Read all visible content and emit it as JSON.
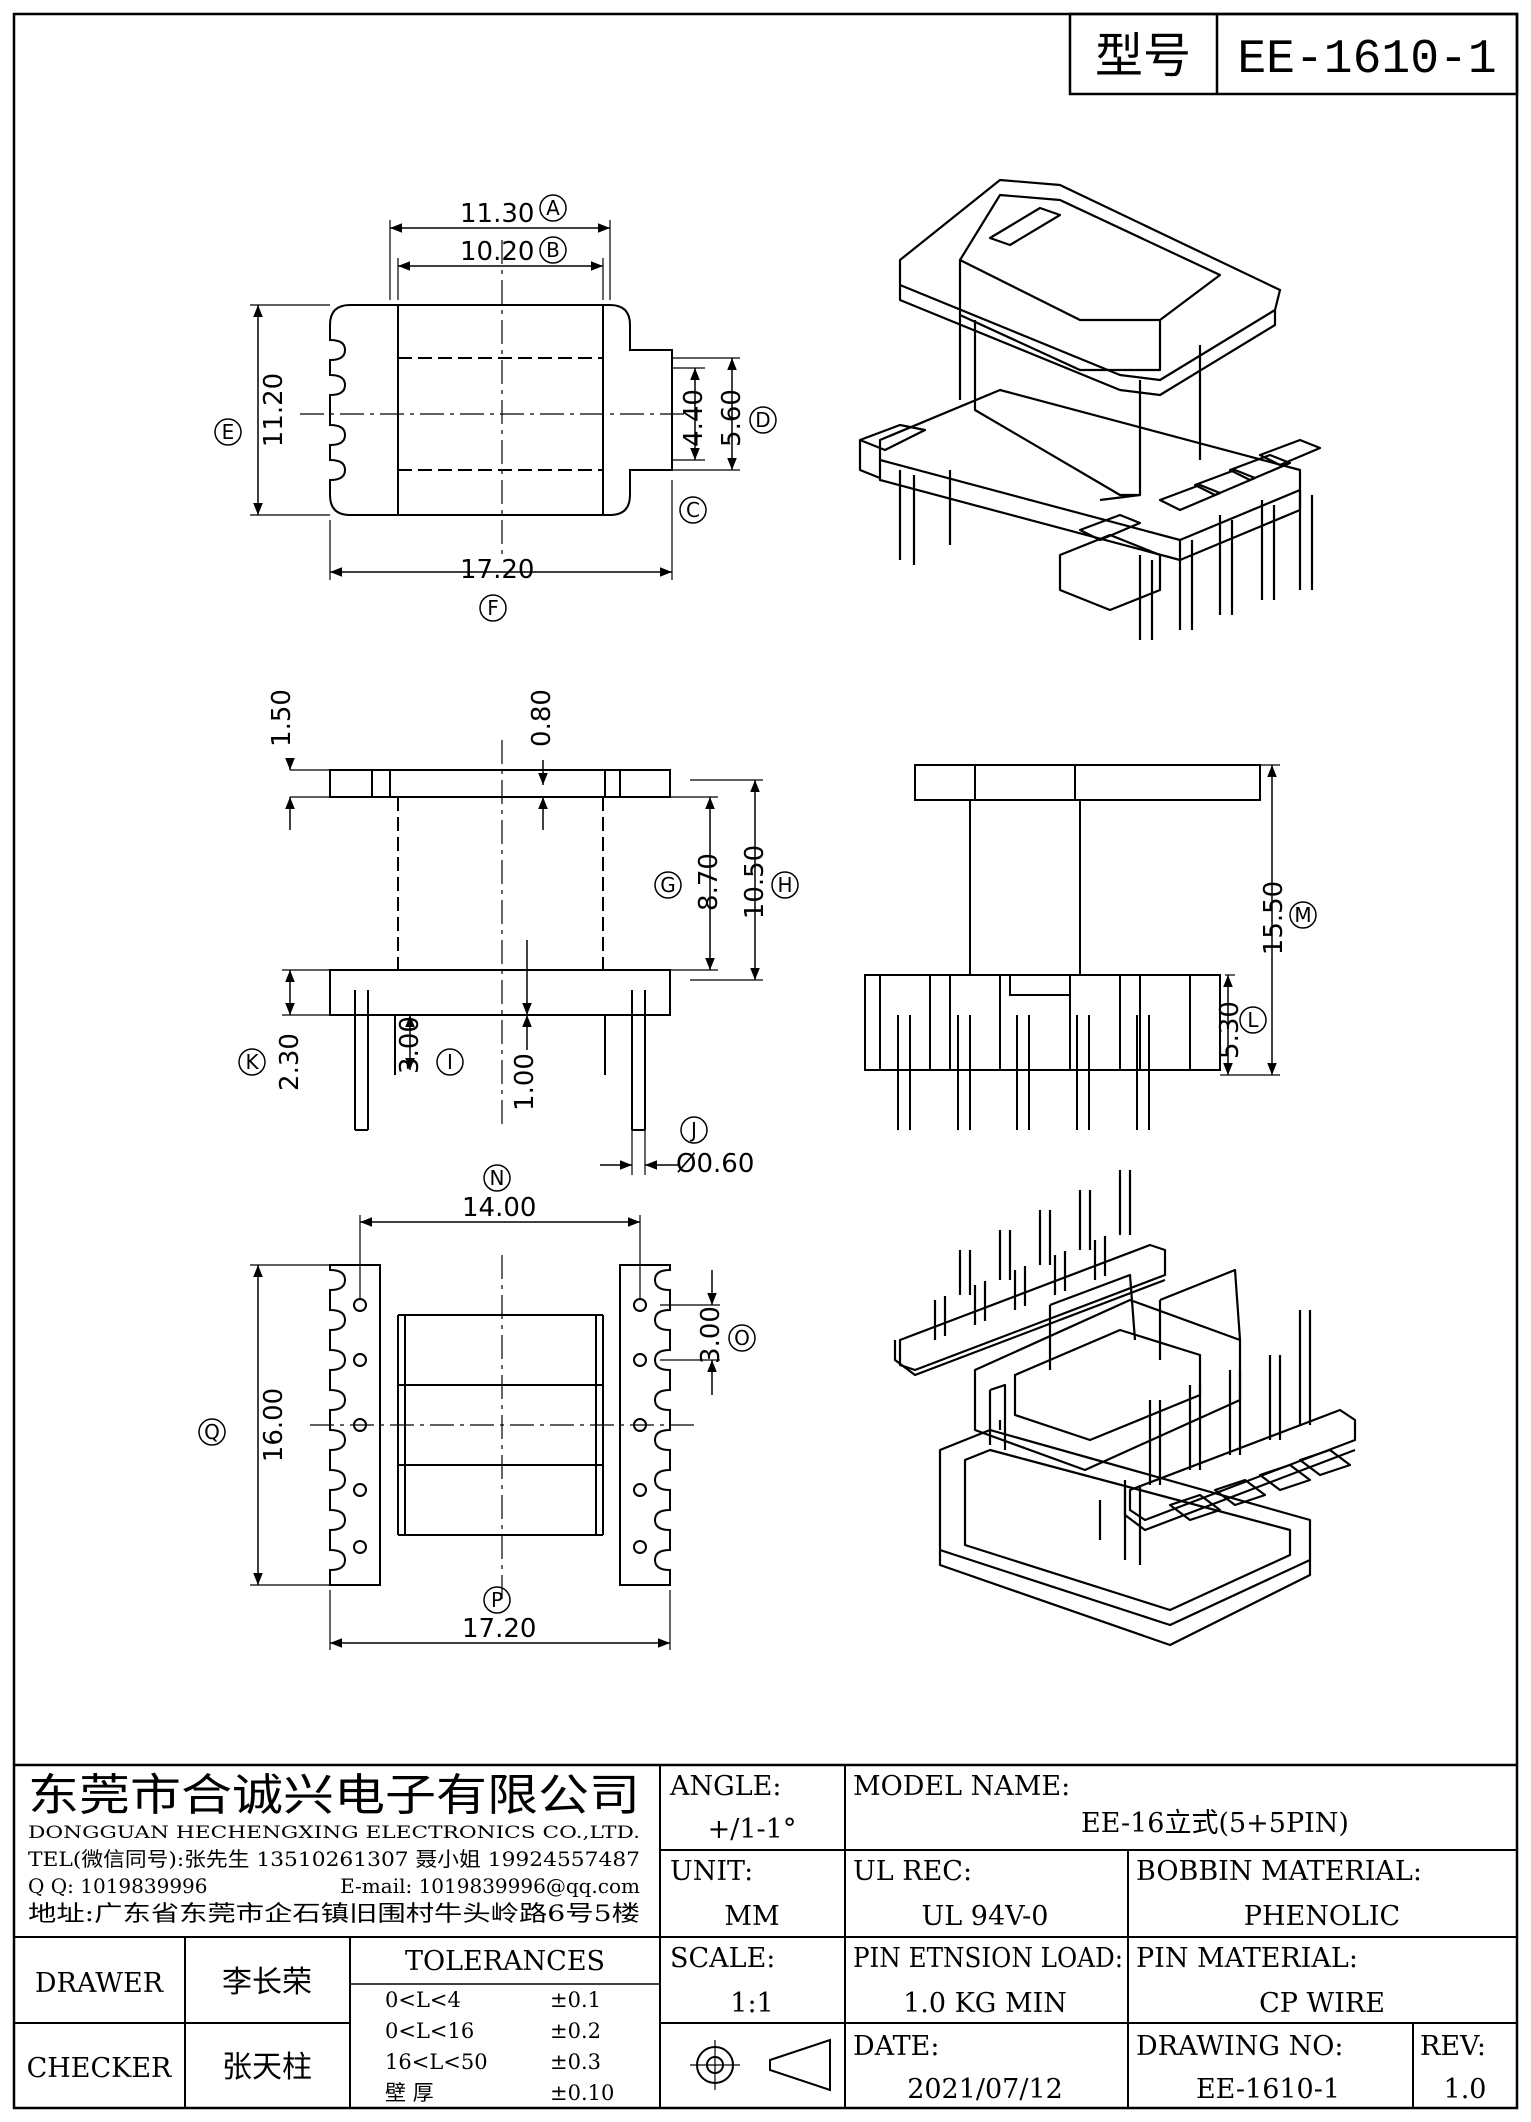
{
  "title_box": {
    "label": "型号",
    "model": "EE-1610-1"
  },
  "top_view": {
    "dims": {
      "A": "11.30",
      "B": "10.20",
      "D": "5.60",
      "C_inner": "4.40",
      "E": "11.20",
      "F": "17.20"
    },
    "labels": {
      "A": "A",
      "B": "B",
      "C": "C",
      "D": "D",
      "E": "E",
      "F": "F"
    }
  },
  "side_view": {
    "dims": {
      "top_flange": "1.50",
      "slot": "0.80",
      "G": "8.70",
      "H": "10.50",
      "K": "2.30",
      "I": "3.00",
      "center": "1.00",
      "J": "Ø0.60"
    },
    "labels": {
      "G": "G",
      "H": "H",
      "K": "K",
      "I": "I",
      "J": "J"
    }
  },
  "front_view": {
    "dims": {
      "M": "15.50",
      "L": "5.30"
    },
    "labels": {
      "M": "M",
      "L": "L"
    }
  },
  "bottom_view": {
    "dims": {
      "N": "14.00",
      "O": "3.00",
      "Q": "16.00",
      "P": "17.20"
    },
    "labels": {
      "N": "N",
      "O": "O",
      "Q": "Q",
      "P": "P"
    }
  },
  "company": {
    "name_cn": "东莞市合诚兴电子有限公司",
    "name_en": "DONGGUAN HECHENGXING ELECTRONICS CO.,LTD.",
    "tel": "TEL(微信同号):张先生 13510261307 聂小姐 19924557487",
    "qq": "Q Q: 1019839996",
    "email": "E-mail: 1019839996@qq.com",
    "address": "地址:广东省东莞市企石镇旧围村牛头岭路6号5楼"
  },
  "title_block": {
    "angle_label": "ANGLE:",
    "angle_value": "+/1-1°",
    "model_name_label": "MODEL NAME:",
    "model_name_value": "EE-16立式(5+5PIN)",
    "unit_label": "UNIT:",
    "unit_value": "MM",
    "ul_rec_label": "UL REC:",
    "ul_rec_value": "UL 94V-0",
    "bobbin_label": "BOBBIN MATERIAL:",
    "bobbin_value": "PHENOLIC",
    "scale_label": "SCALE:",
    "scale_value": "1:1",
    "pin_load_label": "PIN ETNSION LOAD:",
    "pin_load_value": "1.0 KG MIN",
    "pin_material_label": "PIN MATERIAL:",
    "pin_material_value": "CP WIRE",
    "date_label": "DATE:",
    "date_value": "2021/07/12",
    "drawing_no_label": "DRAWING NO:",
    "drawing_no_value": "EE-1610-1",
    "rev_label": "REV:",
    "rev_value": "1.0",
    "drawer_label": "DRAWER",
    "drawer_value": "李长荣",
    "checker_label": "CHECKER",
    "checker_value": "张天柱",
    "tolerances_label": "TOLERANCES",
    "tolerances": [
      {
        "range": "0<L<4",
        "value": "±0.1"
      },
      {
        "range": "0<L<16",
        "value": "±0.2"
      },
      {
        "range": "16<L<50",
        "value": "±0.3"
      },
      {
        "range": "壁    厚",
        "value": "±0.10"
      }
    ]
  }
}
